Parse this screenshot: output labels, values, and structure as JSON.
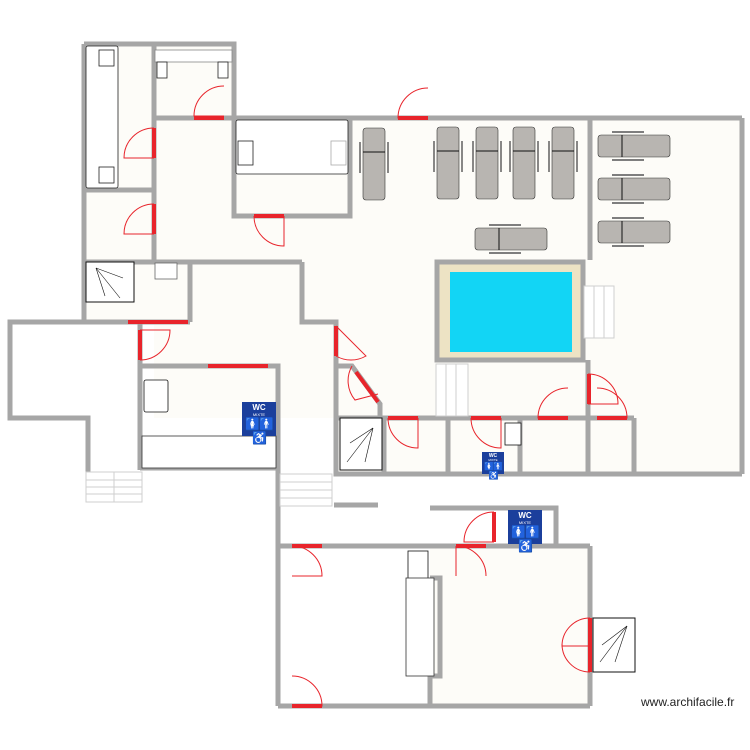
{
  "app": {
    "name": "archifacile floor plan"
  },
  "watermark": "www.archifacile.fr",
  "colors": {
    "wall": "#a6a6a6",
    "floor": "#fdfcf8",
    "door": "#e8242b",
    "pool_water": "#12d5f5",
    "pool_edge": "#ede3c4",
    "lounger": "#b8b5b1",
    "wc_sign": "#1b3f9c"
  },
  "signs": [
    {
      "id": "wc-sign-1",
      "title": "WC",
      "subtitle": "MIXTE",
      "icons": "🚺🚹♿"
    },
    {
      "id": "wc-sign-2",
      "title": "WC",
      "subtitle": "MIXTE",
      "icons": "🚺🚹♿"
    },
    {
      "id": "wc-sign-3",
      "title": "WC",
      "subtitle": "MIXTE",
      "icons": "🚺🚹♿"
    }
  ],
  "rooms": [
    {
      "id": "massage-room-1",
      "label": ""
    },
    {
      "id": "massage-room-2",
      "label": ""
    },
    {
      "id": "massage-room-3",
      "label": ""
    },
    {
      "id": "pool-hall",
      "label": ""
    },
    {
      "id": "lounge-room",
      "label": ""
    },
    {
      "id": "shower-room-1",
      "label": ""
    },
    {
      "id": "wc-room-1",
      "label": ""
    },
    {
      "id": "wc-room-2",
      "label": ""
    },
    {
      "id": "storage-1",
      "label": ""
    },
    {
      "id": "storage-2",
      "label": ""
    },
    {
      "id": "changing-room",
      "label": ""
    },
    {
      "id": "main-room",
      "label": ""
    }
  ],
  "counts": {
    "pool_loungers": 6,
    "side_loungers": 3,
    "doors": 22
  }
}
